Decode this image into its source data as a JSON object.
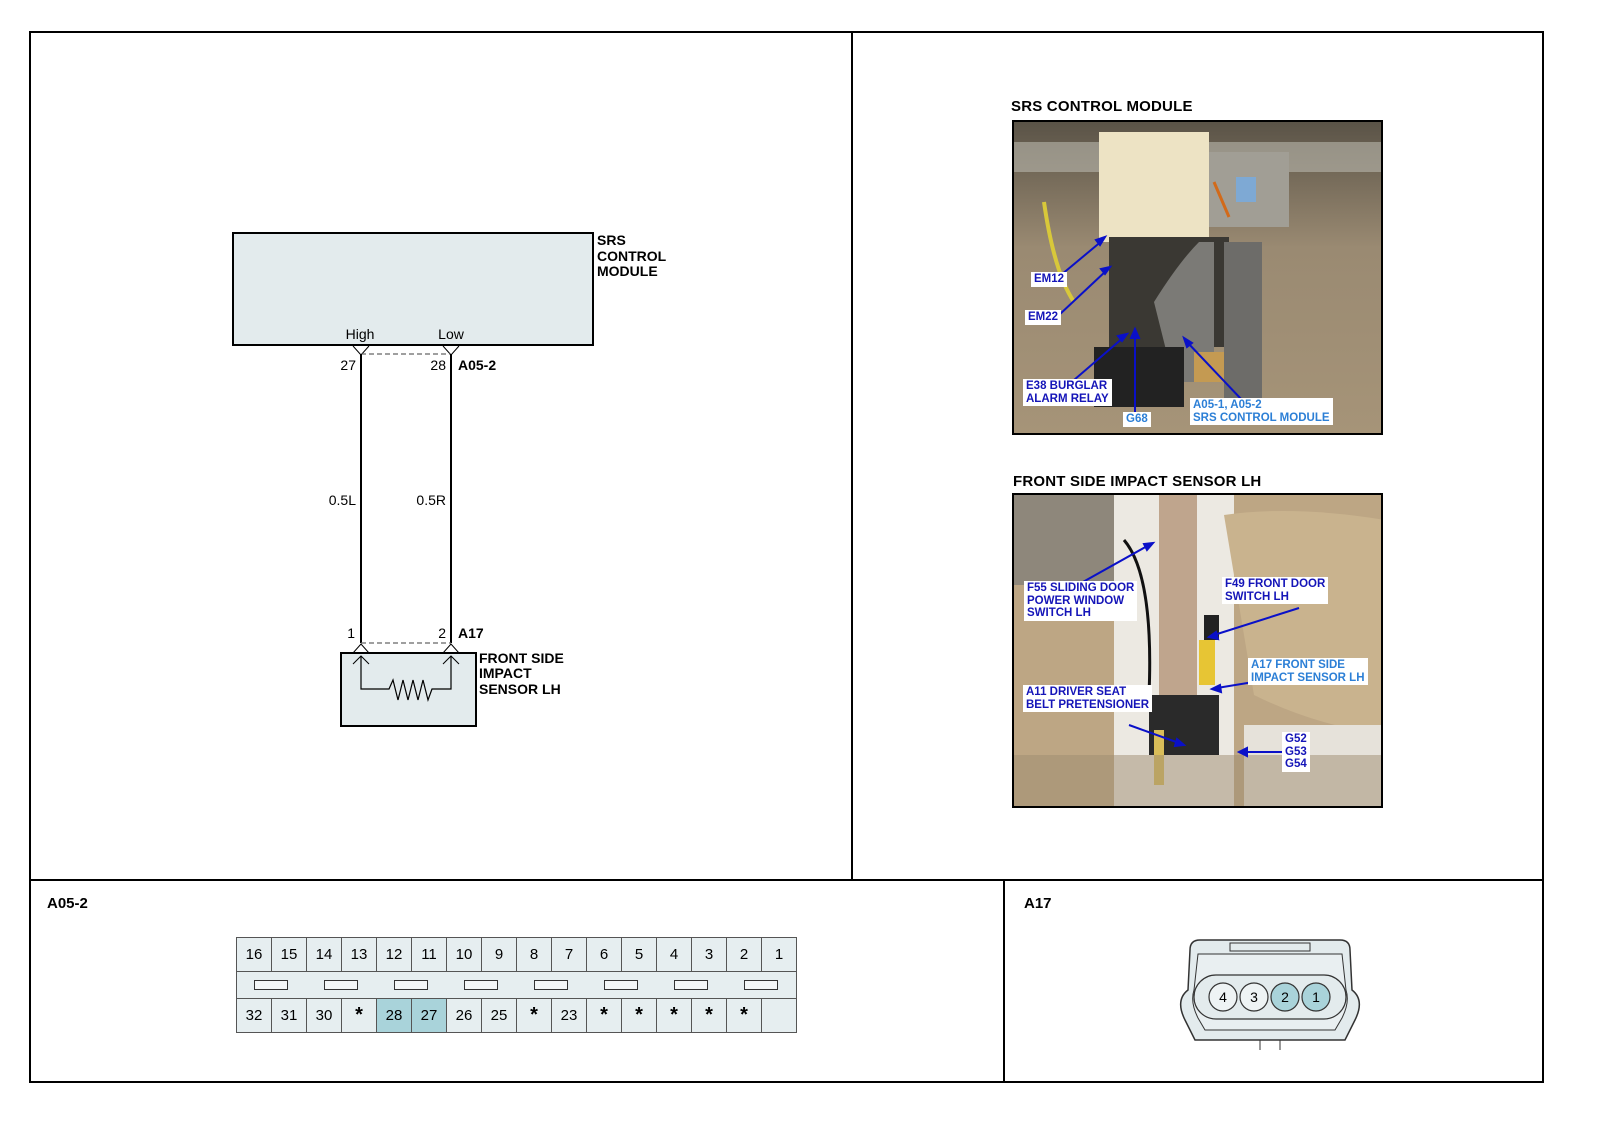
{
  "schematic": {
    "module": {
      "name_lines": [
        "SRS",
        "CONTROL",
        "MODULE"
      ],
      "pin_high_label": "High",
      "pin_low_label": "Low",
      "pin_high_num": "27",
      "pin_low_num": "28",
      "connector": "A05-2"
    },
    "wires": [
      {
        "label": "0.5L"
      },
      {
        "label": "0.5R"
      }
    ],
    "sensor": {
      "name_lines": [
        "FRONT SIDE",
        "IMPACT",
        "SENSOR LH"
      ],
      "pin_left_num": "1",
      "pin_right_num": "2",
      "connector": "A17"
    }
  },
  "photos": [
    {
      "title": "SRS CONTROL MODULE",
      "callouts": [
        {
          "text": "EM12"
        },
        {
          "text": "EM22"
        },
        {
          "text": "E38 BURGLAR\nALARM RELAY"
        },
        {
          "text": "G68"
        },
        {
          "text": "A05-1, A05-2\nSRS CONTROL MODULE"
        }
      ]
    },
    {
      "title": "FRONT SIDE IMPACT SENSOR LH",
      "callouts": [
        {
          "text": "F55 SLIDING DOOR\nPOWER WINDOW\nSWITCH LH"
        },
        {
          "text": "F49 FRONT DOOR\nSWITCH LH"
        },
        {
          "text": "A17 FRONT SIDE\nIMPACT SENSOR LH"
        },
        {
          "text": "A11 DRIVER SEAT\nBELT PRETENSIONER"
        },
        {
          "text": "G52\nG53\nG54"
        }
      ]
    }
  ],
  "connectors": {
    "a05_2": {
      "label": "A05-2",
      "top_row": [
        "16",
        "15",
        "14",
        "13",
        "12",
        "11",
        "10",
        "9",
        "8",
        "7",
        "6",
        "5",
        "4",
        "3",
        "2",
        "1"
      ],
      "bottom_row": [
        "32",
        "31",
        "30",
        "*",
        "28",
        "27",
        "26",
        "25",
        "*",
        "23",
        "*",
        "*",
        "*",
        "*",
        "*",
        ""
      ],
      "highlighted": [
        "28",
        "27"
      ]
    },
    "a17": {
      "label": "A17",
      "pins": [
        "4",
        "3",
        "2",
        "1"
      ],
      "highlighted": [
        "2",
        "1"
      ]
    }
  },
  "colors": {
    "component_fill": "#e3ebed",
    "pin_highlight": "#a9d3da",
    "callout_dark": "#1515b8",
    "callout_light": "#2c7fd6"
  }
}
